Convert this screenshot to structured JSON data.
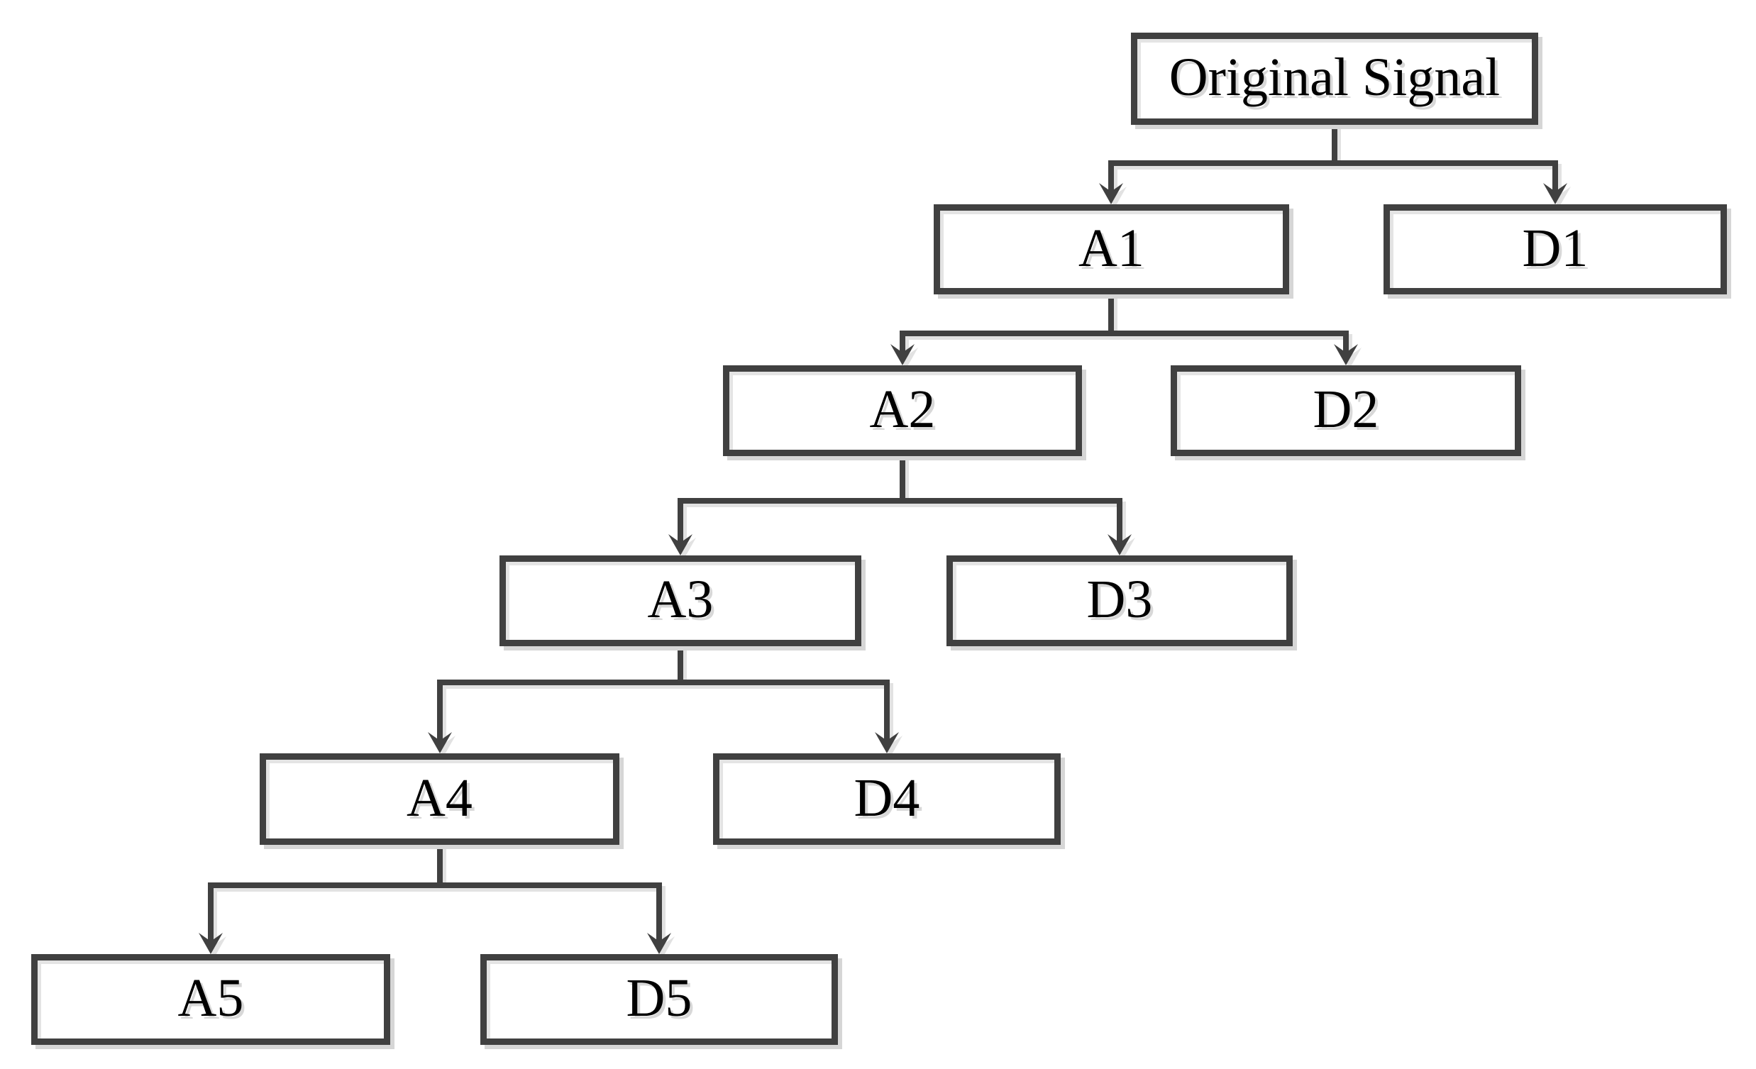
{
  "diagram": {
    "type": "tree",
    "orientation": "top-down",
    "colors": {
      "box_border": "#404040",
      "box_fill": "#ffffff",
      "connector": "#404040",
      "text": "#000000",
      "shadow": "#dcdcdc",
      "background": "#ffffff"
    },
    "nodes": {
      "os": {
        "label": "Original Signal",
        "level": 0
      },
      "a1": {
        "label": "A1",
        "level": 1
      },
      "d1": {
        "label": "D1",
        "level": 1
      },
      "a2": {
        "label": "A2",
        "level": 2
      },
      "d2": {
        "label": "D2",
        "level": 2
      },
      "a3": {
        "label": "A3",
        "level": 3
      },
      "d3": {
        "label": "D3",
        "level": 3
      },
      "a4": {
        "label": "A4",
        "level": 4
      },
      "d4": {
        "label": "D4",
        "level": 4
      },
      "a5": {
        "label": "A5",
        "level": 5
      },
      "d5": {
        "label": "D5",
        "level": 5
      }
    },
    "edges": [
      {
        "from": "os",
        "to": "a1"
      },
      {
        "from": "os",
        "to": "d1"
      },
      {
        "from": "a1",
        "to": "a2"
      },
      {
        "from": "a1",
        "to": "d2"
      },
      {
        "from": "a2",
        "to": "a3"
      },
      {
        "from": "a2",
        "to": "d3"
      },
      {
        "from": "a3",
        "to": "a4"
      },
      {
        "from": "a3",
        "to": "d4"
      },
      {
        "from": "a4",
        "to": "a5"
      },
      {
        "from": "a4",
        "to": "d5"
      }
    ]
  }
}
